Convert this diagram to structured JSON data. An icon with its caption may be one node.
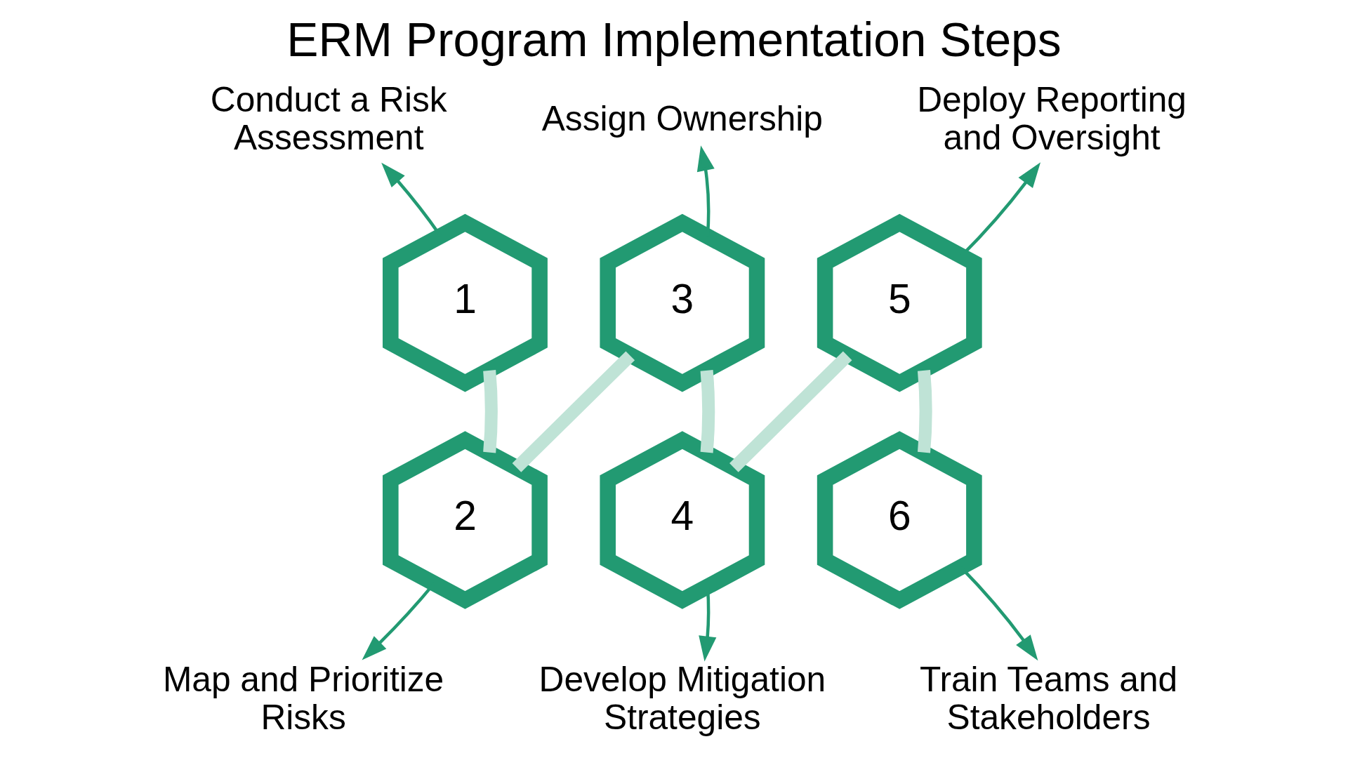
{
  "diagram": {
    "title": "ERM Program Implementation Steps",
    "nodes": [
      {
        "text": [
          "1"
        ]
      },
      {
        "text": [
          "2"
        ]
      },
      {
        "text": [
          "3"
        ]
      },
      {
        "text": [
          "4"
        ]
      },
      {
        "text": [
          "5"
        ]
      },
      {
        "text": [
          "6"
        ]
      },
      {
        "text": [
          "Conduct a Risk Assessment"
        ]
      },
      {
        "text": [
          "Map and Prioritize Risks"
        ]
      },
      {
        "text": [
          "Assign Ownership"
        ]
      },
      {
        "text": [
          "Develop Mitigation Strategies"
        ]
      },
      {
        "text": [
          "Deploy Reporting and Oversight"
        ]
      },
      {
        "text": [
          "Train Teams and Stakeholders"
        ]
      }
    ],
    "edges": [
      {
        "from": 0,
        "to": 1,
        "arrow": "none",
        "style": "thick",
        "color": "#bfe3d6"
      },
      {
        "from": 1,
        "to": 2,
        "arrow": "none",
        "style": "thick",
        "color": "#bfe3d6"
      },
      {
        "from": 2,
        "to": 3,
        "arrow": "none",
        "style": "thick",
        "color": "#bfe3d6"
      },
      {
        "from": 3,
        "to": 4,
        "arrow": "none",
        "style": "thick",
        "color": "#bfe3d6"
      },
      {
        "from": 4,
        "to": 5,
        "arrow": "none",
        "style": "thick",
        "color": "#bfe3d6"
      },
      {
        "from": 0,
        "to": 6,
        "arrow": "to"
      },
      {
        "from": 1,
        "to": 7,
        "arrow": "to"
      },
      {
        "from": 2,
        "to": 8,
        "arrow": "to"
      },
      {
        "from": 3,
        "to": 9,
        "arrow": "to"
      },
      {
        "from": 4,
        "to": 10,
        "arrow": "to"
      },
      {
        "from": 5,
        "to": 11,
        "arrow": "to"
      }
    ]
  }
}
